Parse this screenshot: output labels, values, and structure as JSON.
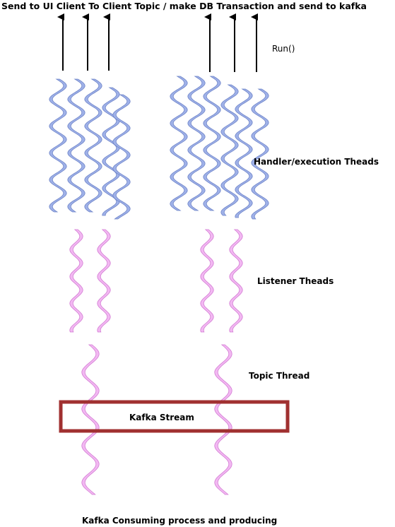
{
  "labels": {
    "title": "Send to UI Client To Client Topic / make DB Transaction and send to kafka",
    "run": "Run()",
    "handler_threads": "Handler/execution Theads",
    "listener_threads": "Listener Theads",
    "topic_thread": "Topic Thread",
    "kafka_stream": "Kafka Stream",
    "caption": "Kafka Consuming process and producing"
  },
  "colors": {
    "handler_thread": "#9fb1e8",
    "handler_thread_stroke": "#6f85c9",
    "listener_thread": "#f2b8f2",
    "listener_thread_stroke": "#d37bd3",
    "kafka_stream_border": "#a03030",
    "arrow": "#000000"
  }
}
